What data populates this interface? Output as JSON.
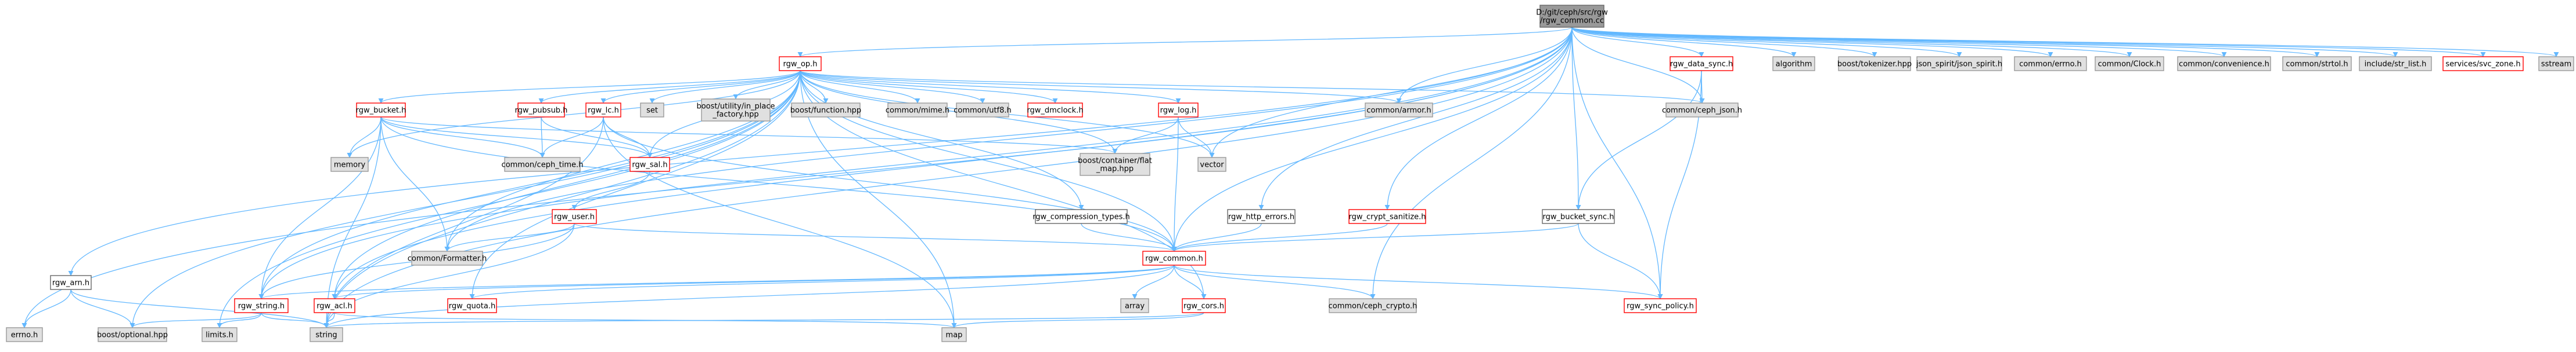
{
  "colors": {
    "edge": "#63b8ff",
    "root_fill": "#999999",
    "root_stroke": "#666666",
    "system_fill": "#e0e0e0",
    "system_stroke": "#999999",
    "doc_fill": "#ffffff",
    "doc_stroke": "#ff0000",
    "plain_stroke": "#666666"
  },
  "nodes": {
    "root": {
      "label": [
        "D:/git/ceph/src/rgw",
        "/rgw_common.cc"
      ],
      "kind": "root"
    },
    "errno_h": {
      "label": [
        "errno.h"
      ],
      "kind": "system"
    },
    "rgw_arn_h": {
      "label": [
        "rgw_arn.h"
      ],
      "kind": "plain"
    },
    "boost_optional": {
      "label": [
        "boost/optional.hpp"
      ],
      "kind": "system"
    },
    "string": {
      "label": [
        "string"
      ],
      "kind": "system"
    },
    "rgw_op_h": {
      "label": [
        "rgw_op.h"
      ],
      "kind": "doc"
    },
    "limits_h": {
      "label": [
        "limits.h"
      ],
      "kind": "system"
    },
    "memory": {
      "label": [
        "memory"
      ],
      "kind": "system"
    },
    "rgw_bucket_h": {
      "label": [
        "rgw_bucket.h"
      ],
      "kind": "doc"
    },
    "rgw_pubsub_h": {
      "label": [
        "rgw_pubsub.h"
      ],
      "kind": "doc"
    },
    "rgw_lc_h": {
      "label": [
        "rgw_lc.h"
      ],
      "kind": "doc"
    },
    "set": {
      "label": [
        "set"
      ],
      "kind": "system"
    },
    "boost_inplace": {
      "label": [
        "boost/utility/in_place",
        "_factory.hpp"
      ],
      "kind": "system"
    },
    "boost_function": {
      "label": [
        "boost/function.hpp"
      ],
      "kind": "system"
    },
    "common_mime": {
      "label": [
        "common/mime.h"
      ],
      "kind": "system"
    },
    "common_utf8": {
      "label": [
        "common/utf8.h"
      ],
      "kind": "system"
    },
    "rgw_dmclock_h": {
      "label": [
        "rgw_dmclock.h"
      ],
      "kind": "doc"
    },
    "rgw_log_h": {
      "label": [
        "rgw_log.h"
      ],
      "kind": "doc"
    },
    "common_armor": {
      "label": [
        "common/armor.h"
      ],
      "kind": "system"
    },
    "common_ceph_time": {
      "label": [
        "common/ceph_time.h"
      ],
      "kind": "system"
    },
    "rgw_sal_h": {
      "label": [
        "rgw_sal.h"
      ],
      "kind": "doc"
    },
    "boost_flat_map": {
      "label": [
        "boost/container/flat",
        "_map.hpp"
      ],
      "kind": "system"
    },
    "vector": {
      "label": [
        "vector"
      ],
      "kind": "system"
    },
    "rgw_user_h": {
      "label": [
        "rgw_user.h"
      ],
      "kind": "doc"
    },
    "rgw_compression_types": {
      "label": [
        "rgw_compression_types.h"
      ],
      "kind": "plain"
    },
    "common_formatter": {
      "label": [
        "common/Formatter.h"
      ],
      "kind": "system"
    },
    "rgw_http_errors": {
      "label": [
        "rgw_http_errors.h"
      ],
      "kind": "plain"
    },
    "rgw_crypt_sanitize": {
      "label": [
        "rgw_crypt_sanitize.h"
      ],
      "kind": "doc"
    },
    "rgw_common_h": {
      "label": [
        "rgw_common.h"
      ],
      "kind": "doc"
    },
    "rgw_string_h": {
      "label": [
        "rgw_string.h"
      ],
      "kind": "doc"
    },
    "rgw_acl_h": {
      "label": [
        "rgw_acl.h"
      ],
      "kind": "doc"
    },
    "rgw_quota_h": {
      "label": [
        "rgw_quota.h"
      ],
      "kind": "doc"
    },
    "array": {
      "label": [
        "array"
      ],
      "kind": "system"
    },
    "rgw_cors_h": {
      "label": [
        "rgw_cors.h"
      ],
      "kind": "doc"
    },
    "common_ceph_crypto": {
      "label": [
        "common/ceph_crypto.h"
      ],
      "kind": "system"
    },
    "map": {
      "label": [
        "map"
      ],
      "kind": "system"
    },
    "rgw_sync_policy": {
      "label": [
        "rgw_sync_policy.h"
      ],
      "kind": "doc"
    },
    "rgw_data_sync_h": {
      "label": [
        "rgw_data_sync.h"
      ],
      "kind": "doc"
    },
    "common_ceph_json": {
      "label": [
        "common/ceph_json.h"
      ],
      "kind": "system"
    },
    "rgw_bucket_sync_h": {
      "label": [
        "rgw_bucket_sync.h"
      ],
      "kind": "plain"
    },
    "algorithm": {
      "label": [
        "algorithm"
      ],
      "kind": "system"
    },
    "boost_tokenizer": {
      "label": [
        "boost/tokenizer.hpp"
      ],
      "kind": "system"
    },
    "json_spirit": {
      "label": [
        "json_spirit/json_spirit.h"
      ],
      "kind": "system"
    },
    "common_errno": {
      "label": [
        "common/errno.h"
      ],
      "kind": "system"
    },
    "common_clock": {
      "label": [
        "common/Clock.h"
      ],
      "kind": "system"
    },
    "common_convenience": {
      "label": [
        "common/convenience.h"
      ],
      "kind": "system"
    },
    "common_strtol": {
      "label": [
        "common/strtol.h"
      ],
      "kind": "system"
    },
    "include_str_list": {
      "label": [
        "include/str_list.h"
      ],
      "kind": "system"
    },
    "services_svc_zone": {
      "label": [
        "services/svc_zone.h"
      ],
      "kind": "doc"
    },
    "sstream": {
      "label": [
        "sstream"
      ],
      "kind": "system"
    }
  },
  "edges": [
    [
      "root",
      "errno_h"
    ],
    [
      "root",
      "rgw_arn_h"
    ],
    [
      "root",
      "string"
    ],
    [
      "root",
      "rgw_op_h"
    ],
    [
      "root",
      "rgw_common_h"
    ],
    [
      "root",
      "rgw_acl_h"
    ],
    [
      "root",
      "rgw_string_h"
    ],
    [
      "root",
      "common_ceph_json"
    ],
    [
      "root",
      "rgw_data_sync_h"
    ],
    [
      "root",
      "rgw_bucket_sync_h"
    ],
    [
      "root",
      "rgw_http_errors"
    ],
    [
      "root",
      "rgw_crypt_sanitize"
    ],
    [
      "root",
      "common_formatter"
    ],
    [
      "root",
      "common_armor"
    ],
    [
      "root",
      "vector"
    ],
    [
      "root",
      "rgw_sync_policy"
    ],
    [
      "root",
      "common_ceph_crypto"
    ],
    [
      "root",
      "algorithm"
    ],
    [
      "root",
      "boost_tokenizer"
    ],
    [
      "root",
      "json_spirit"
    ],
    [
      "root",
      "common_errno"
    ],
    [
      "root",
      "common_clock"
    ],
    [
      "root",
      "common_convenience"
    ],
    [
      "root",
      "common_strtol"
    ],
    [
      "root",
      "include_str_list"
    ],
    [
      "root",
      "services_svc_zone"
    ],
    [
      "root",
      "sstream"
    ],
    [
      "rgw_arn_h",
      "errno_h"
    ],
    [
      "rgw_arn_h",
      "boost_optional"
    ],
    [
      "rgw_arn_h",
      "string"
    ],
    [
      "rgw_op_h",
      "limits_h"
    ],
    [
      "rgw_op_h",
      "memory"
    ],
    [
      "rgw_op_h",
      "rgw_bucket_h"
    ],
    [
      "rgw_op_h",
      "rgw_pubsub_h"
    ],
    [
      "rgw_op_h",
      "rgw_lc_h"
    ],
    [
      "rgw_op_h",
      "set"
    ],
    [
      "rgw_op_h",
      "boost_inplace"
    ],
    [
      "rgw_op_h",
      "boost_function"
    ],
    [
      "rgw_op_h",
      "common_mime"
    ],
    [
      "rgw_op_h",
      "common_utf8"
    ],
    [
      "rgw_op_h",
      "rgw_dmclock_h"
    ],
    [
      "rgw_op_h",
      "rgw_log_h"
    ],
    [
      "rgw_op_h",
      "common_armor"
    ],
    [
      "rgw_op_h",
      "common_ceph_json"
    ],
    [
      "rgw_op_h",
      "rgw_sal_h"
    ],
    [
      "rgw_op_h",
      "boost_flat_map"
    ],
    [
      "rgw_op_h",
      "vector"
    ],
    [
      "rgw_op_h",
      "rgw_compression_types"
    ],
    [
      "rgw_op_h",
      "common_formatter"
    ],
    [
      "rgw_op_h",
      "rgw_common_h"
    ],
    [
      "rgw_op_h",
      "rgw_acl_h"
    ],
    [
      "rgw_op_h",
      "rgw_string_h"
    ],
    [
      "rgw_op_h",
      "rgw_quota_h"
    ],
    [
      "rgw_op_h",
      "rgw_cors_h"
    ],
    [
      "rgw_op_h",
      "map"
    ],
    [
      "rgw_op_h",
      "boost_optional"
    ],
    [
      "rgw_op_h",
      "string"
    ],
    [
      "rgw_bucket_h",
      "memory"
    ],
    [
      "rgw_bucket_h",
      "common_ceph_time"
    ],
    [
      "rgw_bucket_h",
      "rgw_sal_h"
    ],
    [
      "rgw_bucket_h",
      "boost_flat_map"
    ],
    [
      "rgw_bucket_h",
      "common_formatter"
    ],
    [
      "rgw_bucket_h",
      "rgw_common_h"
    ],
    [
      "rgw_bucket_h",
      "rgw_string_h"
    ],
    [
      "rgw_bucket_h",
      "string"
    ],
    [
      "rgw_pubsub_h",
      "rgw_sal_h"
    ],
    [
      "rgw_pubsub_h",
      "common_ceph_time"
    ],
    [
      "rgw_lc_h",
      "rgw_sal_h"
    ],
    [
      "rgw_lc_h",
      "common_ceph_time"
    ],
    [
      "rgw_lc_h",
      "map"
    ],
    [
      "rgw_lc_h",
      "rgw_common_h"
    ],
    [
      "rgw_lc_h",
      "string"
    ],
    [
      "rgw_log_h",
      "boost_flat_map"
    ],
    [
      "rgw_log_h",
      "vector"
    ],
    [
      "rgw_log_h",
      "rgw_common_h"
    ],
    [
      "rgw_sal_h",
      "rgw_user_h"
    ],
    [
      "rgw_user_h",
      "common_formatter"
    ],
    [
      "rgw_user_h",
      "rgw_common_h"
    ],
    [
      "rgw_user_h",
      "rgw_string_h"
    ],
    [
      "rgw_user_h",
      "string"
    ],
    [
      "rgw_compression_types",
      "rgw_common_h"
    ],
    [
      "rgw_http_errors",
      "rgw_common_h"
    ],
    [
      "rgw_crypt_sanitize",
      "rgw_common_h"
    ],
    [
      "rgw_common_h",
      "rgw_string_h"
    ],
    [
      "rgw_common_h",
      "rgw_acl_h"
    ],
    [
      "rgw_common_h",
      "rgw_quota_h"
    ],
    [
      "rgw_common_h",
      "array"
    ],
    [
      "rgw_common_h",
      "rgw_cors_h"
    ],
    [
      "rgw_common_h",
      "common_ceph_crypto"
    ],
    [
      "rgw_common_h",
      "rgw_sync_policy"
    ],
    [
      "rgw_common_h",
      "string"
    ],
    [
      "rgw_string_h",
      "boost_optional"
    ],
    [
      "rgw_string_h",
      "limits_h"
    ],
    [
      "rgw_string_h",
      "string"
    ],
    [
      "rgw_acl_h",
      "map"
    ],
    [
      "rgw_acl_h",
      "string"
    ],
    [
      "rgw_cors_h",
      "map"
    ],
    [
      "rgw_cors_h",
      "string"
    ],
    [
      "rgw_data_sync_h",
      "common_ceph_json"
    ],
    [
      "rgw_data_sync_h",
      "rgw_bucket_sync_h"
    ],
    [
      "rgw_data_sync_h",
      "rgw_sync_policy"
    ],
    [
      "rgw_bucket_sync_h",
      "rgw_common_h"
    ],
    [
      "rgw_bucket_sync_h",
      "rgw_sync_policy"
    ]
  ]
}
